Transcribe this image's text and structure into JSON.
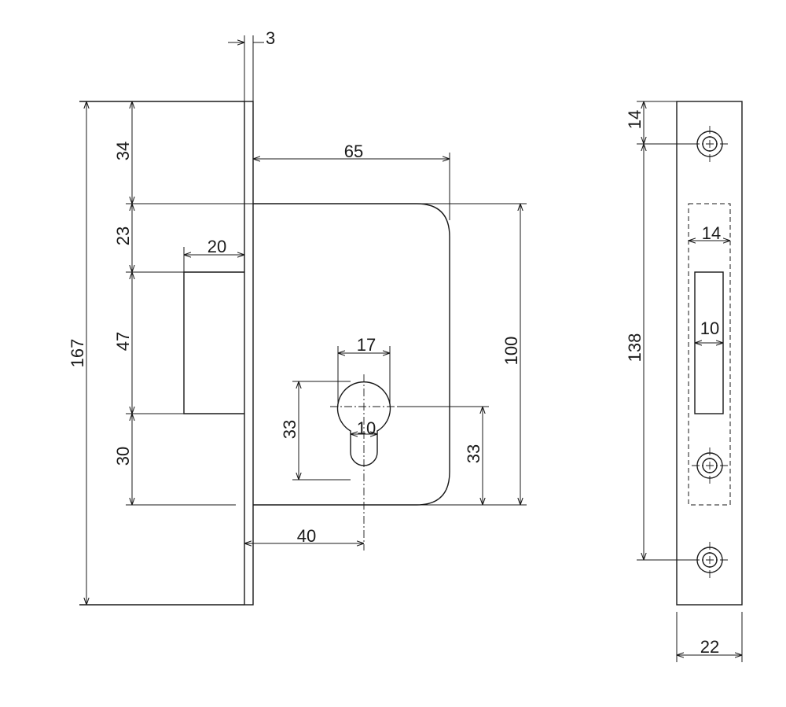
{
  "dimensions": {
    "plate_thickness": "3",
    "top_offset": "34",
    "backset_depth": "65",
    "bolt_offset": "23",
    "bolt_throw": "20",
    "bolt_height": "47",
    "bottom_gap": "30",
    "overall_height": "167",
    "cylinder_width": "17",
    "cylinder_height": "33",
    "cylinder_slot": "10",
    "cylinder_center_height": "33",
    "case_height": "100",
    "backset": "40",
    "strike_top_offset": "14",
    "strike_slot_frame": "14",
    "strike_slot_width": "10",
    "screw_spacing": "138",
    "strike_width": "22"
  },
  "colors": {
    "line": "#1a1a1a",
    "background": "#ffffff"
  }
}
